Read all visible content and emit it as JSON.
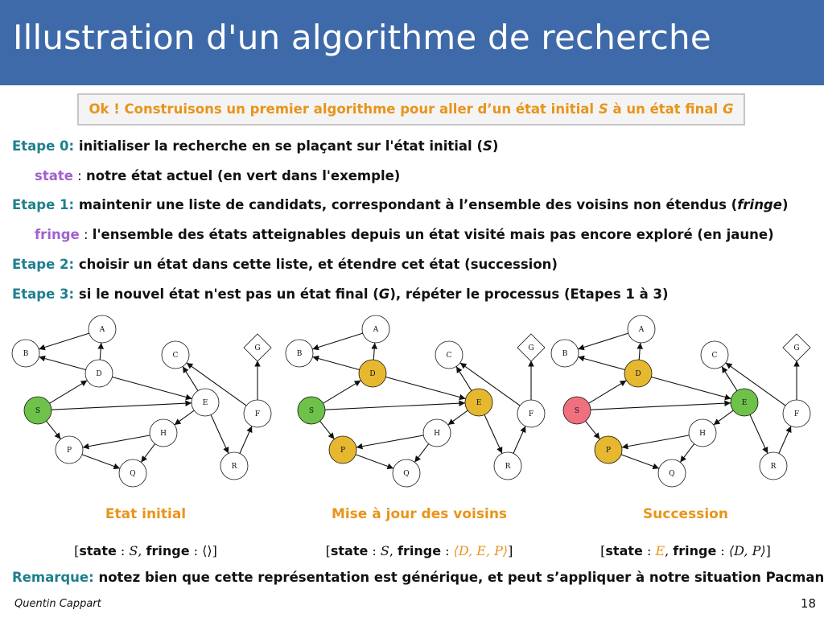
{
  "title": "Illustration d'un algorithme de recherche",
  "callout": {
    "text": "Ok ! Construisons un premier algorithme pour aller d’un état initial ",
    "s": "S",
    "mid": " à un état final ",
    "g": "G"
  },
  "steps": {
    "step0_label": "Etape 0:",
    "step0_text": " initialiser la recherche en se plaçant sur l'état initial (",
    "step0_var": "S",
    "step0_end": ")",
    "state_term": "state",
    "state_sep": " : ",
    "state_text": "notre état actuel (en vert dans l'exemple)",
    "step1_label": "Etape 1:",
    "step1_text": " maintenir une liste de candidats, correspondant à l’ensemble des voisins non étendus (",
    "step1_var": "fringe",
    "step1_end": ")",
    "fringe_term": "fringe",
    "fringe_sep": " : ",
    "fringe_text": "l'ensemble des états atteignables depuis un état visité mais pas encore exploré (en jaune)",
    "step2_label": "Etape 2:",
    "step2_text": " choisir un état dans cette liste, et étendre cet état (succession)",
    "step3_label": "Etape 3:",
    "step3_text": " si le nouvel état n'est pas un état final (",
    "step3_var": "G",
    "step3_end": "), répéter le processus (Etapes 1 à 3)"
  },
  "graph_nodes": [
    "A",
    "B",
    "C",
    "D",
    "E",
    "F",
    "G",
    "H",
    "P",
    "Q",
    "R",
    "S"
  ],
  "colors": {
    "green": "#6ec24a",
    "yellow": "#e6b830",
    "red": "#f07080",
    "white": "#ffffff",
    "accent": "#e8941a",
    "title_bg": "#3f6aa9"
  },
  "graphs": [
    {
      "caption": "Etat initial",
      "node_fill": {
        "S": "green"
      },
      "formula": {
        "state_kw": "state",
        "sep1": " : ",
        "state_val": "S",
        "state_hl": false,
        "comma": ", ",
        "fringe_kw": "fringe",
        "sep2": " : ",
        "fringe_val": "⟨⟩",
        "fringe_hl": false
      }
    },
    {
      "caption": "Mise à jour des voisins",
      "node_fill": {
        "S": "green",
        "D": "yellow",
        "E": "yellow",
        "P": "yellow"
      },
      "formula": {
        "state_kw": "state",
        "sep1": " : ",
        "state_val": "S",
        "state_hl": false,
        "comma": ", ",
        "fringe_kw": "fringe",
        "sep2": " : ",
        "fringe_val": "⟨D, E, P⟩",
        "fringe_hl": true
      }
    },
    {
      "caption": "Succession",
      "node_fill": {
        "S": "red",
        "D": "yellow",
        "E": "green",
        "P": "yellow"
      },
      "formula": {
        "state_kw": "state",
        "sep1": " : ",
        "state_val": "E",
        "state_hl": true,
        "comma": ", ",
        "fringe_kw": "fringe",
        "sep2": " : ",
        "fringe_val": "⟨D, P⟩",
        "fringe_hl": false
      }
    }
  ],
  "remark": {
    "label": "Remarque:",
    "text": " notez bien que cette représentation est générique, et peut s’appliquer à notre situation Pacman"
  },
  "footer": {
    "author": "Quentin Cappart",
    "page": "18"
  }
}
